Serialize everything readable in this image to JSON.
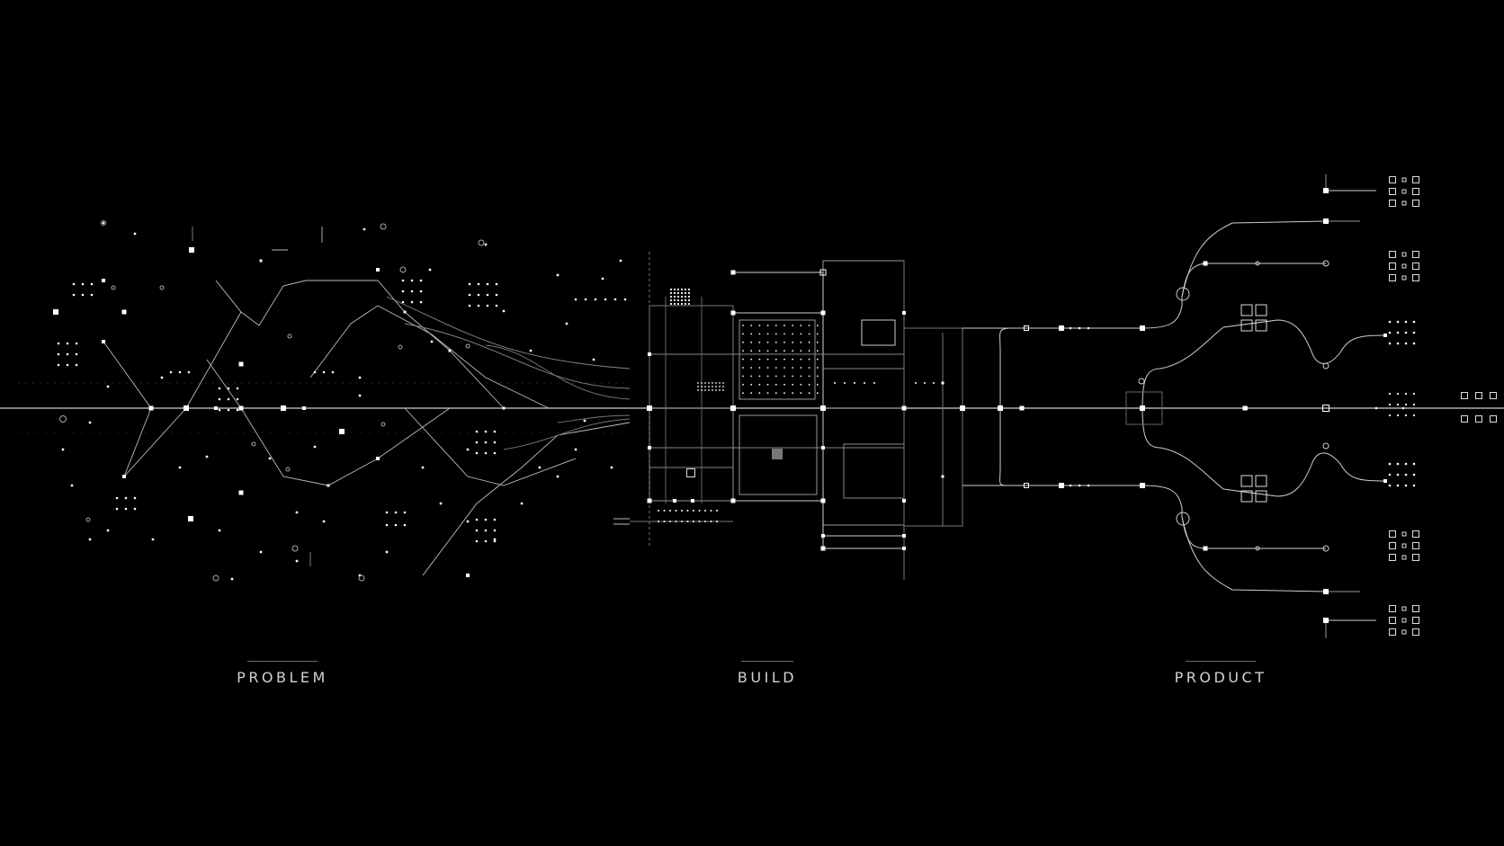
{
  "stages": {
    "problem": {
      "label": "PROBLEM"
    },
    "build": {
      "label": "BUILD"
    },
    "product": {
      "label": "PRODUCT"
    }
  },
  "colors": {
    "background": "#000000",
    "line": "#ffffff",
    "label": "#d2d2d2",
    "dim": "#6a6a6a"
  }
}
